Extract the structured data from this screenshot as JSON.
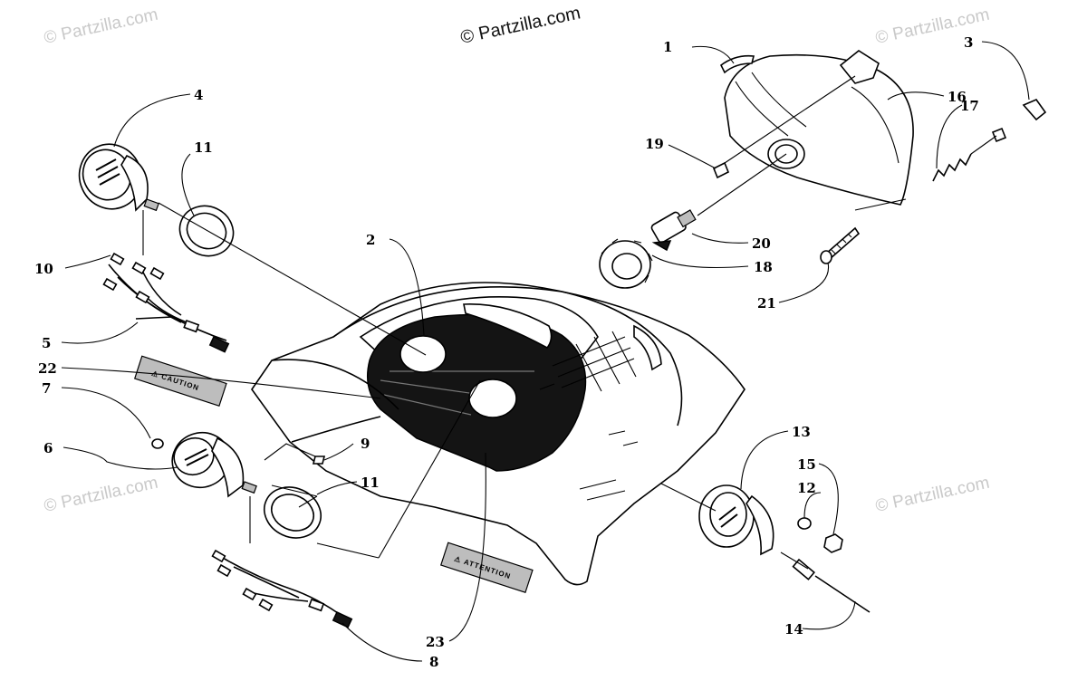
{
  "watermark_main": "© Partzilla.com",
  "watermark": "© Partzilla.com",
  "decals": {
    "caution": "⚠ CAUTION",
    "attention": "⚠ ATTENTION"
  },
  "callouts": [
    "1",
    "2",
    "3",
    "4",
    "5",
    "6",
    "7",
    "8",
    "9",
    "10",
    "11",
    "11",
    "12",
    "13",
    "14",
    "15",
    "16",
    "17",
    "18",
    "19",
    "20",
    "21",
    "22",
    "23"
  ]
}
